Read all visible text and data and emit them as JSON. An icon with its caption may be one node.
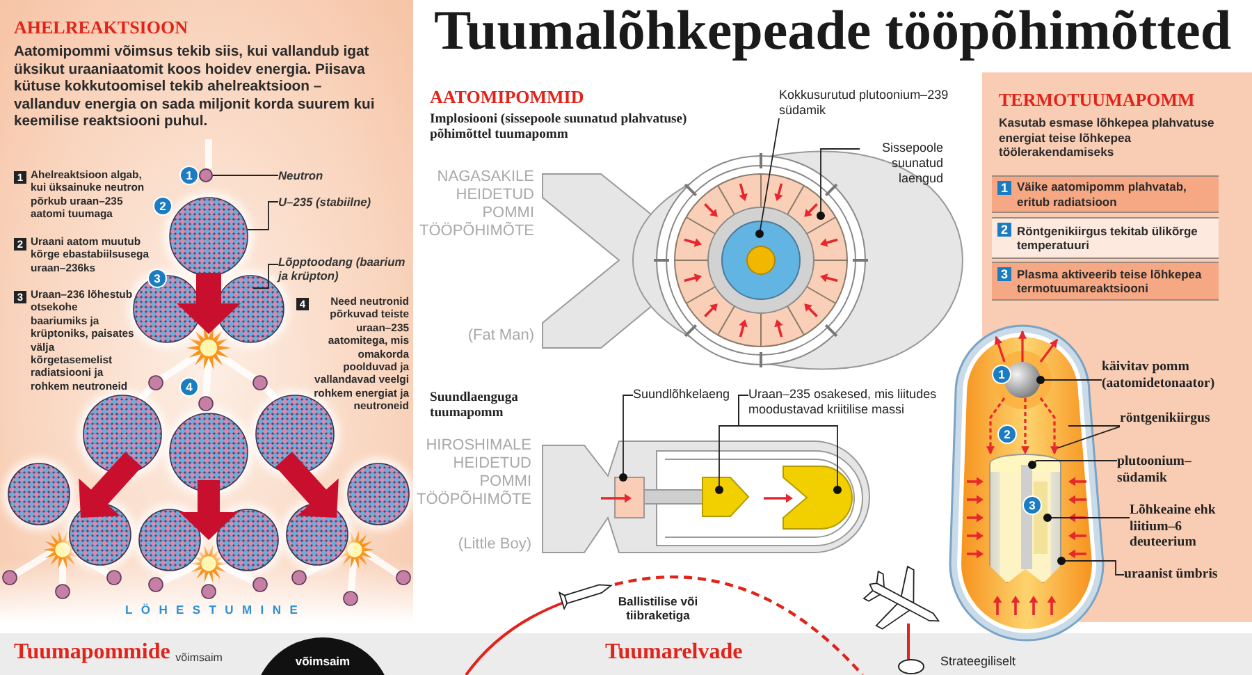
{
  "diagram": {
    "title": "Tuumalõhkepeade tööpõhimõtted",
    "nodes": [
      {
        "text": [
          "AHELREAKTSIOON",
          "Aatomipommi võimsus tekib siis, kui vallandub igat üksikut uraaniaatomit koos hoidev energia. Piisava kütuse kokkutoomisel tekib ahelreaktsioon – vallanduv energia on sada miljonit korda suurem kui keemilise reaktsiooni puhul."
        ]
      },
      {
        "text": [
          "Neutron"
        ],
        "in": 0
      },
      {
        "text": [
          "U–235 (stabiilne)"
        ],
        "in": 0
      },
      {
        "text": [
          "Lõpptoodang (baarium ja krüpton)"
        ],
        "in": 0
      },
      {
        "text": [
          "Kokkusurutud plutoonium–239 südamik"
        ]
      },
      {
        "text": [
          "Sissepoole suunatud laengud"
        ]
      },
      {
        "text": [
          "Suundlõhkelaeng"
        ]
      },
      {
        "text": [
          "Uraan–235 osakesed, mis liitudes moodustavad kriitilise massi"
        ]
      },
      {
        "text": [
          "TERMOTUUMAPOMM",
          "Kasutab esmase lõhkepea plahvatuse energiat teise lõhkepea töölerakendamiseks"
        ]
      },
      {
        "text": [
          "1",
          "Väike aatomipomm plahvatab, eritub radiatsioon"
        ],
        "in": 8
      },
      {
        "text": [
          "2",
          "Röntgenikiirgus tekitab ülikõrge temperatuuri"
        ],
        "in": 8
      },
      {
        "text": [
          "3",
          "Plasma aktiveerib teise lõhkepea termotuumareaktsiooni"
        ],
        "in": 8
      },
      {
        "text": [
          "käivitav pomm (aatomidetonaator)"
        ],
        "in": 8
      },
      {
        "text": [
          "röntgenikiirgus"
        ],
        "in": 8
      },
      {
        "text": [
          "plutoonium–südamik"
        ],
        "in": 8
      },
      {
        "text": [
          "Lõhkeaine ehk liitium–6 deuteerium"
        ],
        "in": 8
      },
      {
        "text": [
          "uraanist ümbris"
        ],
        "in": 8
      },
      {
        "text": [
          "võimsaim"
        ]
      },
      {
        "text": [],
        "shape": "circle",
        "in": 0
      },
      {
        "text": [],
        "shape": "circle",
        "in": 8
      },
      {
        "text": [],
        "shape": "cylinder",
        "in": 8
      },
      {
        "text": [],
        "shape": "bar",
        "in": 20
      },
      {
        "text": [],
        "shape": "bar",
        "in": 20
      }
    ],
    "edges": [
      {
        "from": 1,
        "to": 18,
        "arrow": "none"
      },
      {
        "from": 2,
        "to": null,
        "arrow": "none"
      },
      {
        "from": 3,
        "to": null,
        "arrow": "none"
      },
      {
        "from": 4,
        "to": null,
        "arrow": "other"
      },
      {
        "from": 5,
        "to": null,
        "arrow": "other"
      },
      {
        "from": 6,
        "to": null,
        "arrow": "other"
      },
      {
        "from": 7,
        "to": null,
        "arrow": "other"
      },
      {
        "from": 7,
        "to": null,
        "arrow": "other"
      },
      {
        "from": 12,
        "to": 19,
        "arrow": "other"
      },
      {
        "from": 13,
        "to": null,
        "arrow": "none"
      },
      {
        "from": 13,
        "to": null,
        "arrow": "none"
      },
      {
        "from": 14,
        "to": 21,
        "arrow": "other"
      },
      {
        "from": 15,
        "to": 22,
        "arrow": "other"
      },
      {
        "from": 16,
        "to": 20,
        "arrow": "other"
      },
      {
        "from": 19,
        "to": null,
        "arrow": "to",
        "color": "#e8262d"
      },
      {
        "from": 19,
        "to": null,
        "arrow": "to",
        "color": "#e8262d"
      },
      {
        "from": 19,
        "to": null,
        "arrow": "to",
        "color": "#e8262d"
      },
      {
        "from": 19,
        "to": 20,
        "arrow": "to",
        "style": "dashed",
        "color": "#e8262d"
      },
      {
        "from": 19,
        "to": 20,
        "arrow": "to",
        "style": "dashed",
        "color": "#e8262d"
      },
      {
        "from": 19,
        "to": 20,
        "arrow": "to",
        "style": "dashed",
        "color": "#e8262d"
      }
    ],
    "labels": [
      "1",
      "Ahelreaktsioon algab, kui üksainuke neutron põrkub uraan–235 aatomi tuumaga",
      "2",
      "Uraani aatom muutub kõrge ebastabiilsusega uraan–236ks",
      "3",
      "Uraan–236 lõhestub otsekohe baariumiks ja krüptoniks, paisates välja kõrgetasemelist radiatsiooni ja rohkem neutroneid",
      "4",
      "Need neutronid põrkuvad teiste uraan–235 aatomitega, mis omakorda poolduvad ja vallandavad veelgi rohkem energiat ja neutroneid",
      "1",
      "2",
      "3",
      "4",
      "LÖHESTUMINE",
      "AATOMIPOMMID",
      "Implosiooni (sissepoole suunatud plahvatuse) põhimõttel tuumapomm",
      "NAGASAKILE HEIDETUD POMMI TÖÖPÕHIMÕTE",
      "(Fat Man)",
      "Suundlaenguga tuumapomm",
      "HIROSHIMALE HEIDETUD POMMI TÖÖPÕHIMÕTE",
      "(Little Boy)",
      "Ballistilise või tiibraketiga",
      "1",
      "2",
      "3",
      "Tuumapommide",
      "võimsaim",
      "Tuumarelvade",
      "Strateegiliselt"
    ]
  }
}
